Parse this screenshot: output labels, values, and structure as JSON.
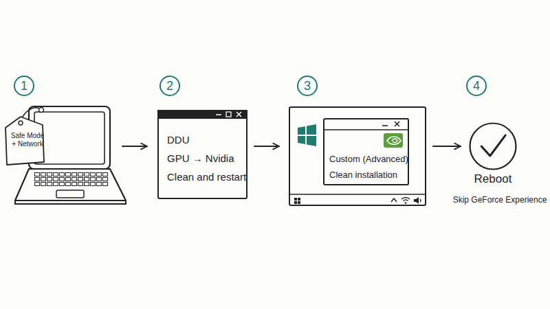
{
  "diagram": {
    "nodes": [
      {
        "text": [
          "Safe Mode + Network"
        ]
      },
      {
        "text": [
          "DDU",
          "GPU → Nvidia",
          "Clean and restart"
        ]
      },
      {
        "text": []
      },
      {
        "text": [
          "Custom (Advanced)",
          "Clean installation"
        ],
        "in": 2
      },
      {
        "text": [
          "Reboot",
          "Skip GeForce Experience"
        ]
      }
    ],
    "edges": [
      {
        "from": 0,
        "to": 1,
        "arrow": "to"
      },
      {
        "from": 1,
        "to": 2,
        "arrow": "to"
      },
      {
        "from": 2,
        "to": 4,
        "arrow": "to"
      }
    ],
    "labels": [
      "1",
      "2",
      "3",
      "4"
    ]
  }
}
